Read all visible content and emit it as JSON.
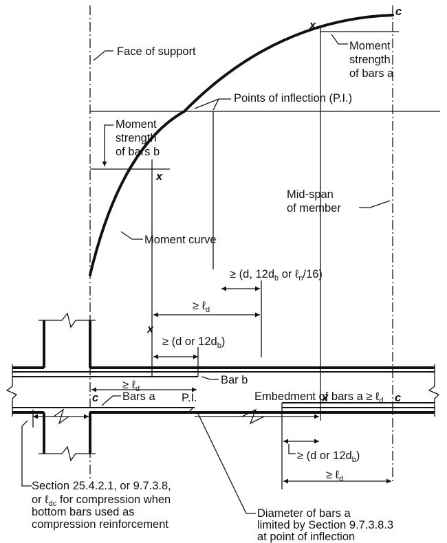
{
  "labels": {
    "face_of_support": "Face of support",
    "point_c_top": "c",
    "point_x_top": "x",
    "moment_a_1": "Moment",
    "moment_a_2": "strength",
    "moment_a_3": "of bars",
    "moment_a_bar": "a",
    "points_of_inflection": "Points of inflection (P.I.)",
    "moment_b_1": "Moment",
    "moment_b_2": "strength",
    "moment_b_3": "of bars",
    "moment_b_bar": "b",
    "point_x_mid": "x",
    "midspan_1": "Mid-span",
    "midspan_2": "of member",
    "moment_curve": "Moment curve",
    "dim1_pre": "≥ (",
    "dim1_d": "d",
    "dim1_mid": ", 12",
    "dim1_db": "d",
    "dim1_db_sub": "b",
    "dim1_post": " or ℓ",
    "dim1_n_sub": "n",
    "dim1_end": "/16)",
    "dim_ld_upper": "≥ ℓ",
    "dim_ld_upper_sub": "d",
    "point_x_low": "x",
    "dim2_pre": "≥ (",
    "dim2_d": "d",
    "dim2_mid": " or 12",
    "dim2_db": "d",
    "dim2_db_sub": "b",
    "dim2_end": ")",
    "dim_ld_left": "≥ ℓ",
    "dim_ld_left_sub": "d",
    "bar_b_pre": "Bar ",
    "bar_b": "b",
    "embed_pre": "Embedment of bars ",
    "embed_a": "a",
    "embed_post": " ≥ ℓ",
    "embed_sub": "d",
    "point_c_left": "c",
    "bars_a_pre": "Bars ",
    "bars_a": "a",
    "pi": "P.I.",
    "point_x_bot": "x",
    "point_c_bot": "c",
    "dim3_pre": "≥ (",
    "dim3_d": "d",
    "dim3_mid": " or 12",
    "dim3_db": "d",
    "dim3_db_sub": "b",
    "dim3_end": ")",
    "dim_ld_right": "≥ ℓ",
    "dim_ld_right_sub": "d",
    "section_1": "Section 25.4.2.1, or 9.7.3.8,",
    "section_2_pre": "or ",
    "section_2_l": "ℓ",
    "section_2_sub": "dc",
    "section_2_post": " for compression when",
    "section_3": "bottom bars used as",
    "section_4": "compression reinforcement",
    "diameter_1_pre": "Diameter of bars ",
    "diameter_1_a": "a",
    "diameter_2": "limited by Section 9.7.3.8.3",
    "diameter_3": "at point of inflection"
  }
}
